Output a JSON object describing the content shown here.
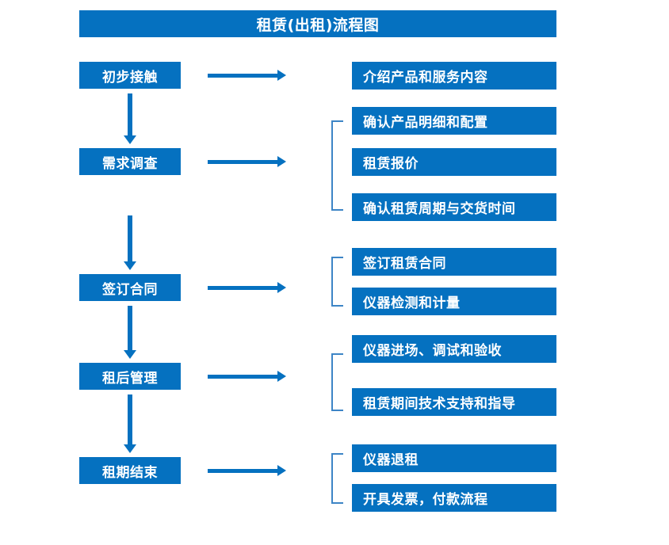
{
  "diagram": {
    "title": "租赁(出租)流程图",
    "theme": {
      "box_fill": "#0571C0",
      "box_text": "#FFFFFF",
      "arrow": "#0571C0",
      "bracket": "#3D85C6",
      "background": "#FFFFFF"
    },
    "stages": [
      {
        "id": "stage-1",
        "label": "初步接触",
        "details": [
          "介绍产品和服务内容"
        ],
        "grouped": false
      },
      {
        "id": "stage-2",
        "label": "需求调查",
        "details": [
          "确认产品明细和配置",
          "租赁报价",
          "确认租赁周期与交货时间"
        ],
        "grouped": true
      },
      {
        "id": "stage-3",
        "label": "签订合同",
        "details": [
          "签订租赁合同",
          "仪器检测和计量"
        ],
        "grouped": true
      },
      {
        "id": "stage-4",
        "label": "租后管理",
        "details": [
          "仪器进场、调试和验收",
          "租赁期间技术支持和指导"
        ],
        "grouped": true
      },
      {
        "id": "stage-5",
        "label": "租期结束",
        "details": [
          "仪器退租",
          "开具发票，付款流程"
        ],
        "grouped": true
      }
    ],
    "connectors": {
      "stage_to_detail": "right-arrow",
      "stage_to_stage": "down-arrow",
      "detail_group": "left-bracket"
    }
  }
}
